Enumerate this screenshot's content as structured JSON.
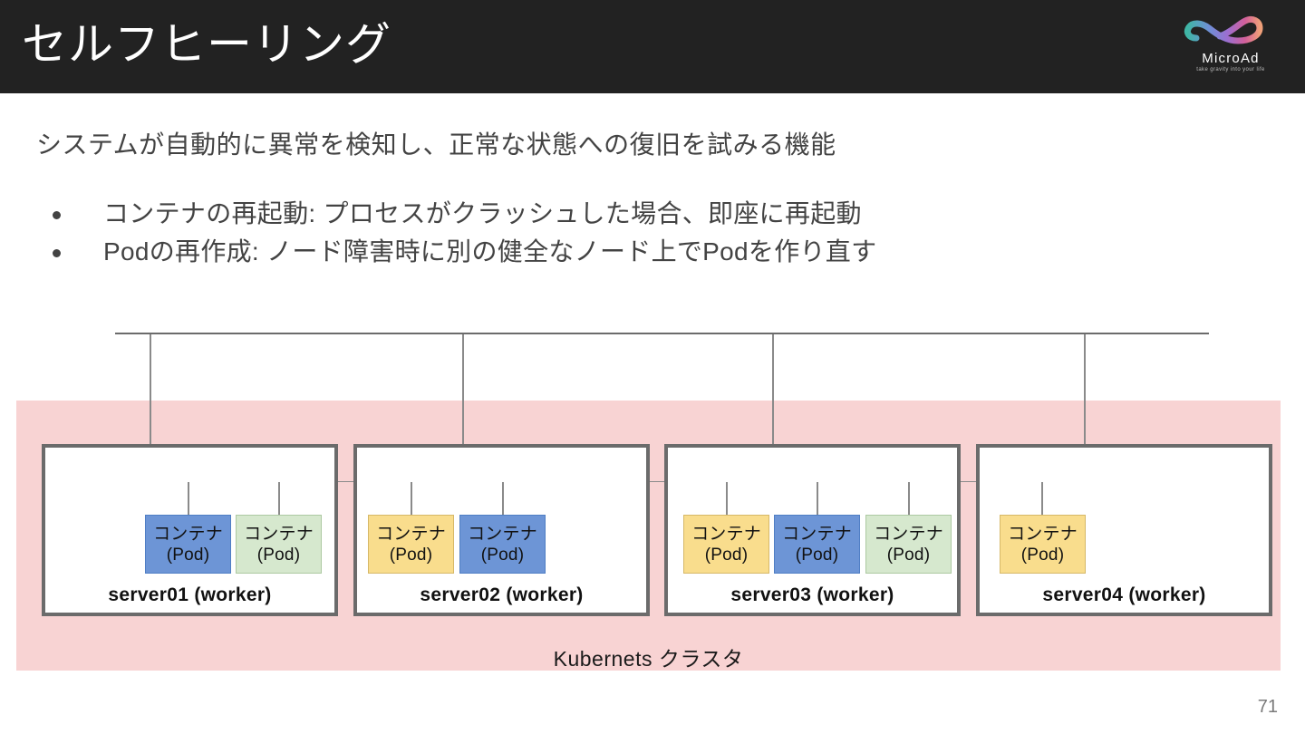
{
  "header": {
    "title": "セルフヒーリング",
    "logo": {
      "name": "MicroAd",
      "tagline": "take gravity into your life",
      "icon": "microad-infinity-logo",
      "colors": [
        "#3fb5a5",
        "#7d6fd0",
        "#b86fd0",
        "#e0568c",
        "#f0a07a"
      ]
    },
    "background": "#222222"
  },
  "body": {
    "lead": "システムが自動的に異常を検知し、正常な状態への復旧を試みる機能",
    "bullets": [
      "コンテナの再起動: プロセスがクラッシュした場合、即座に再起動",
      "Podの再作成: ノード障害時に別の健全なノード上でPodを作り直す"
    ]
  },
  "diagram": {
    "cluster_label": "Kubernets クラスタ",
    "cluster_color": "#f8d3d3",
    "pod_label_line1": "コンテナ",
    "pod_label_line2": "(Pod)",
    "pod_colors": {
      "blue": "#6d95d6",
      "green": "#d6e8ce",
      "yellow": "#f9dd8d"
    },
    "servers": [
      {
        "name": "server01 (worker)",
        "pods": [
          "blue",
          "green"
        ]
      },
      {
        "name": "server02 (worker)",
        "pods": [
          "yellow",
          "blue"
        ]
      },
      {
        "name": "server03 (worker)",
        "pods": [
          "yellow",
          "blue",
          "green"
        ]
      },
      {
        "name": "server04 (worker)",
        "pods": [
          "yellow"
        ]
      }
    ]
  },
  "footer": {
    "page_number": "71"
  }
}
